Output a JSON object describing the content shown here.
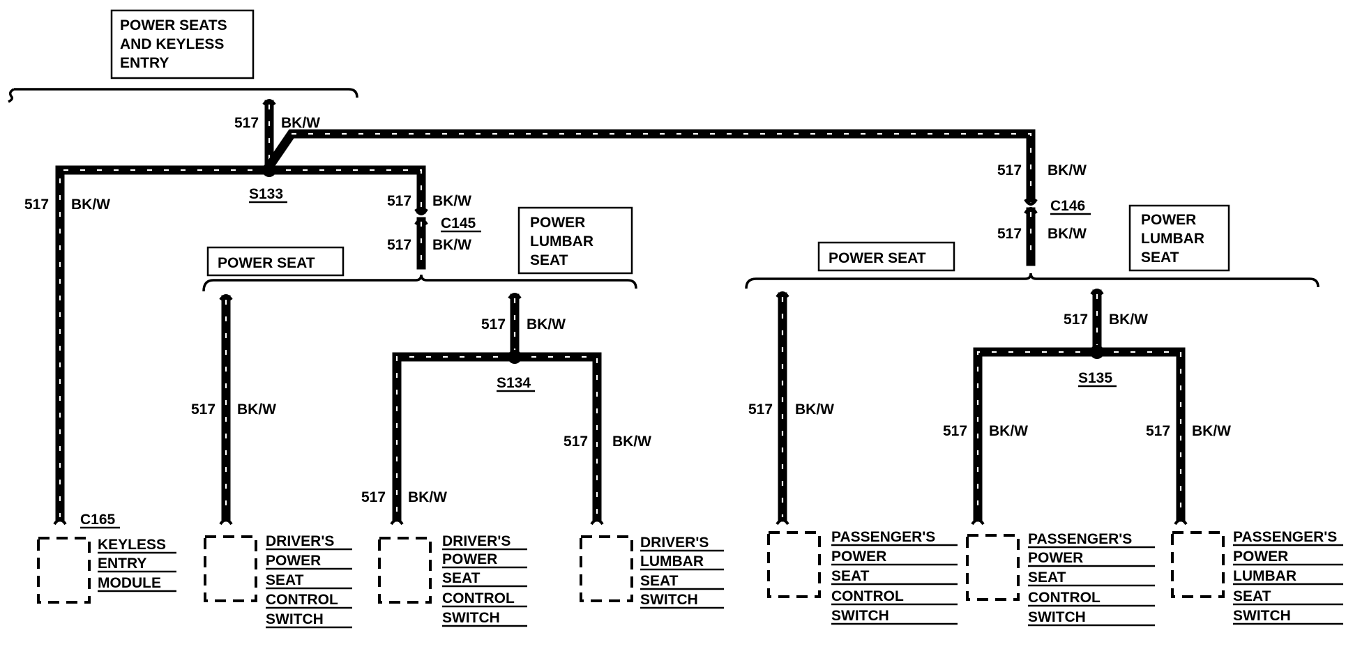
{
  "wire": {
    "circuit": "517",
    "color": "BK/W"
  },
  "headers": {
    "top": [
      "POWER SEATS",
      "AND KEYLESS",
      "ENTRY"
    ],
    "power_seat": "POWER SEAT",
    "lumbar": [
      "POWER",
      "LUMBAR",
      "SEAT"
    ]
  },
  "splices": {
    "s133": "S133",
    "s134": "S134",
    "s135": "S135"
  },
  "connectors": {
    "c145": "C145",
    "c146": "C146",
    "c165": "C165"
  },
  "components": {
    "keyless": [
      "KEYLESS",
      "ENTRY",
      "MODULE"
    ],
    "drv_seat": [
      "DRIVER'S",
      "POWER",
      "SEAT",
      "CONTROL",
      "SWITCH"
    ],
    "drv_lumbar_ctrl": [
      "DRIVER'S",
      "POWER",
      "SEAT",
      "CONTROL",
      "SWITCH"
    ],
    "drv_lumbar_sw": [
      "DRIVER'S",
      "LUMBAR",
      "SEAT",
      "SWITCH"
    ],
    "pass_seat": [
      "PASSENGER'S",
      "POWER",
      "SEAT",
      "CONTROL",
      "SWITCH"
    ],
    "pass_lumbar_ctrl": [
      "PASSENGER'S",
      "POWER",
      "SEAT",
      "CONTROL",
      "SWITCH"
    ],
    "pass_lumbar_sw": [
      "PASSENGER'S",
      "POWER",
      "LUMBAR",
      "SEAT",
      "SWITCH"
    ]
  }
}
